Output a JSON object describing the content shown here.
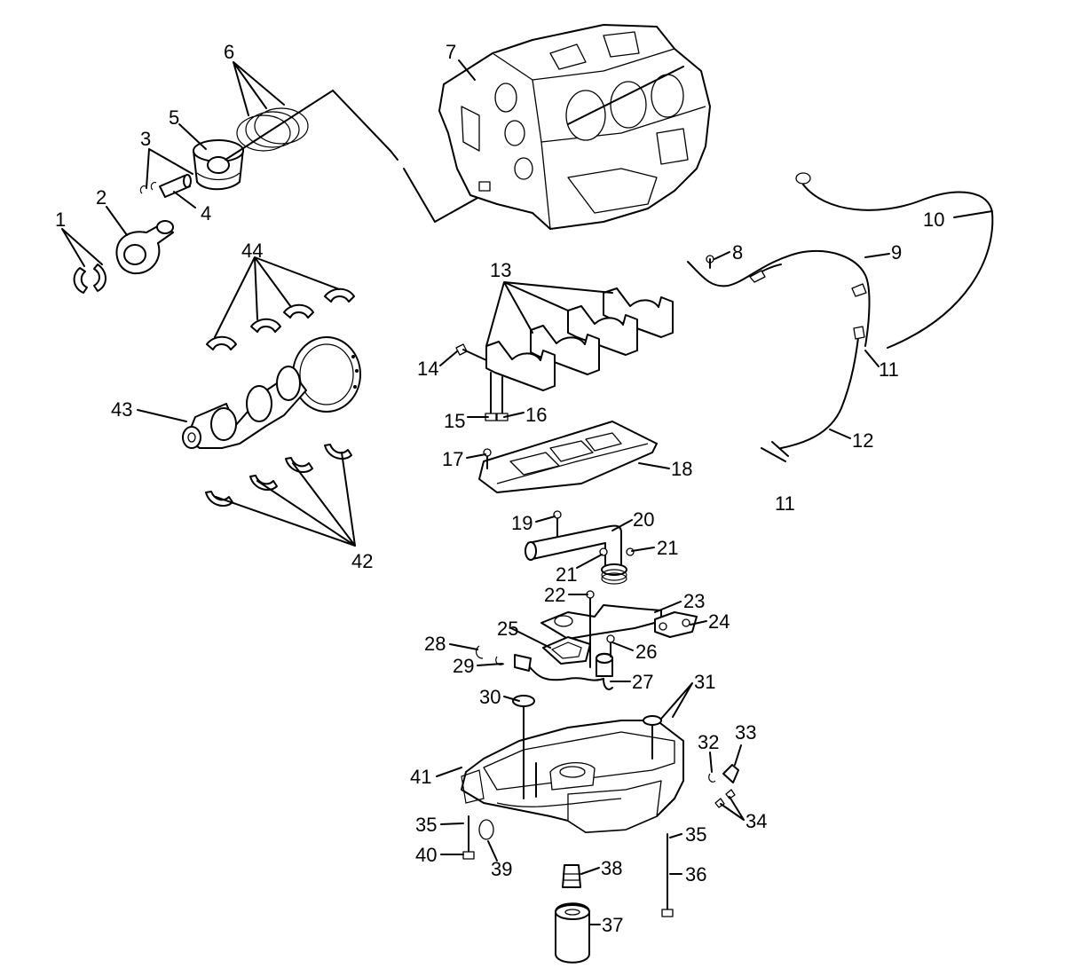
{
  "callouts": [
    {
      "id": "c1",
      "text": "1"
    },
    {
      "id": "c2",
      "text": "2"
    },
    {
      "id": "c3",
      "text": "3"
    },
    {
      "id": "c4",
      "text": "4"
    },
    {
      "id": "c5",
      "text": "5"
    },
    {
      "id": "c6",
      "text": "6"
    },
    {
      "id": "c7",
      "text": "7"
    },
    {
      "id": "c8",
      "text": "8"
    },
    {
      "id": "c9",
      "text": "9"
    },
    {
      "id": "c10",
      "text": "10"
    },
    {
      "id": "c11a",
      "text": "11"
    },
    {
      "id": "c11b",
      "text": "11"
    },
    {
      "id": "c12",
      "text": "12"
    },
    {
      "id": "c13",
      "text": "13"
    },
    {
      "id": "c14",
      "text": "14"
    },
    {
      "id": "c15",
      "text": "15"
    },
    {
      "id": "c16",
      "text": "16"
    },
    {
      "id": "c17",
      "text": "17"
    },
    {
      "id": "c18",
      "text": "18"
    },
    {
      "id": "c19",
      "text": "19"
    },
    {
      "id": "c20",
      "text": "20"
    },
    {
      "id": "c21a",
      "text": "21"
    },
    {
      "id": "c21b",
      "text": "21"
    },
    {
      "id": "c22",
      "text": "22"
    },
    {
      "id": "c23",
      "text": "23"
    },
    {
      "id": "c24",
      "text": "24"
    },
    {
      "id": "c25",
      "text": "25"
    },
    {
      "id": "c26",
      "text": "26"
    },
    {
      "id": "c27",
      "text": "27"
    },
    {
      "id": "c28",
      "text": "28"
    },
    {
      "id": "c29",
      "text": "29"
    },
    {
      "id": "c30",
      "text": "30"
    },
    {
      "id": "c31",
      "text": "31"
    },
    {
      "id": "c32",
      "text": "32"
    },
    {
      "id": "c33",
      "text": "33"
    },
    {
      "id": "c34",
      "text": "34"
    },
    {
      "id": "c35a",
      "text": "35"
    },
    {
      "id": "c35b",
      "text": "35"
    },
    {
      "id": "c36",
      "text": "36"
    },
    {
      "id": "c37",
      "text": "37"
    },
    {
      "id": "c38",
      "text": "38"
    },
    {
      "id": "c39",
      "text": "39"
    },
    {
      "id": "c40",
      "text": "40"
    },
    {
      "id": "c41",
      "text": "41"
    },
    {
      "id": "c42",
      "text": "42"
    },
    {
      "id": "c43",
      "text": "43"
    },
    {
      "id": "c44",
      "text": "44"
    }
  ]
}
